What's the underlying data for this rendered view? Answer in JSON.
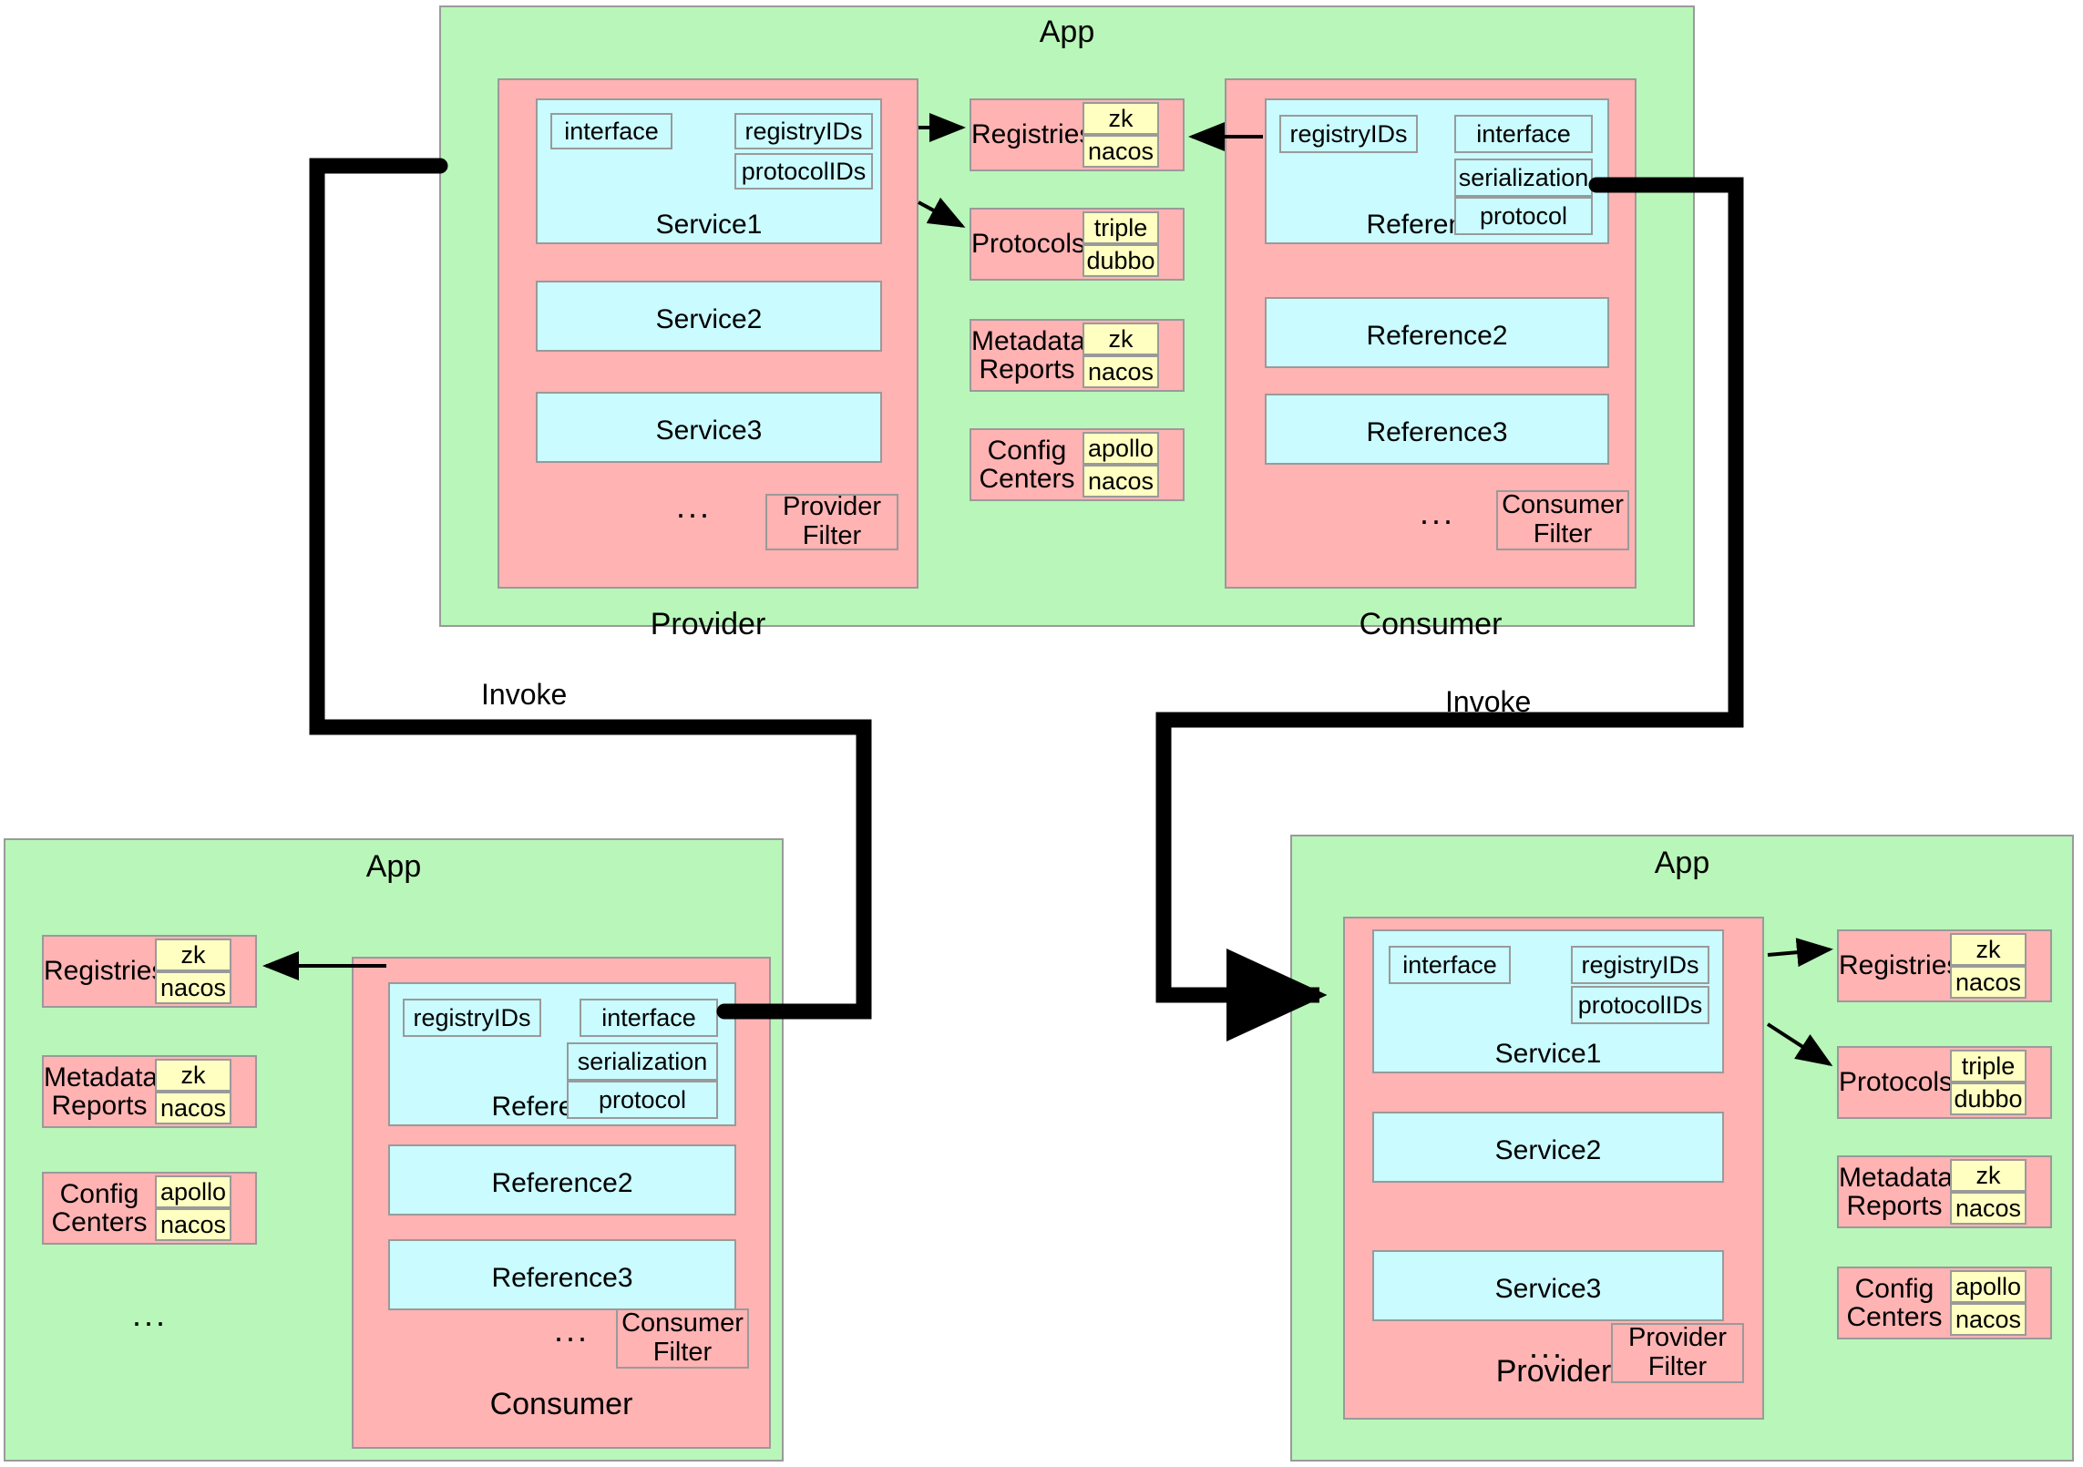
{
  "diagram": {
    "title_app": "App",
    "labels": {
      "invoke_left": "Invoke",
      "invoke_right": "Invoke",
      "ellipsis": "...",
      "provider": "Provider",
      "consumer": "Consumer",
      "provider_filter": "Provider\nFilter",
      "provider_filter_line1": "Provider",
      "provider_filter_line2": "Filter",
      "consumer_filter_line1": "Consumer",
      "consumer_filter_line2": "Filter"
    },
    "attrs": {
      "interface": "interface",
      "registryIDs": "registryIDs",
      "protocolIDs": "protocolIDs",
      "serialization": "serialization",
      "protocol": "protocol"
    },
    "services": {
      "s1": "Service1",
      "s2": "Service2",
      "s3": "Service3"
    },
    "references": {
      "r1": "Reference1",
      "r2": "Reference2",
      "r3": "Reference3"
    },
    "infra": {
      "registries": {
        "label": "Registries",
        "label_l1": "Registries",
        "values": [
          "zk",
          "nacos"
        ]
      },
      "protocols": {
        "label": "Protocols",
        "label_l1": "Protocols",
        "values": [
          "triple",
          "dubbo"
        ]
      },
      "metadata_reports": {
        "label_l1": "Metadata",
        "label_l2": "Reports",
        "values": [
          "zk",
          "nacos"
        ]
      },
      "config_centers": {
        "label_l1": "Config",
        "label_l2": "Centers",
        "values": [
          "apollo",
          "nacos"
        ]
      }
    }
  },
  "colors": {
    "app_green": "#B9F6B9",
    "role_pink": "#FFB3B3",
    "service_cyan": "#C9FBFF",
    "chip_yellow": "#FFFFC2",
    "border_gray": "#9a9a9a",
    "line_black": "#000000"
  }
}
